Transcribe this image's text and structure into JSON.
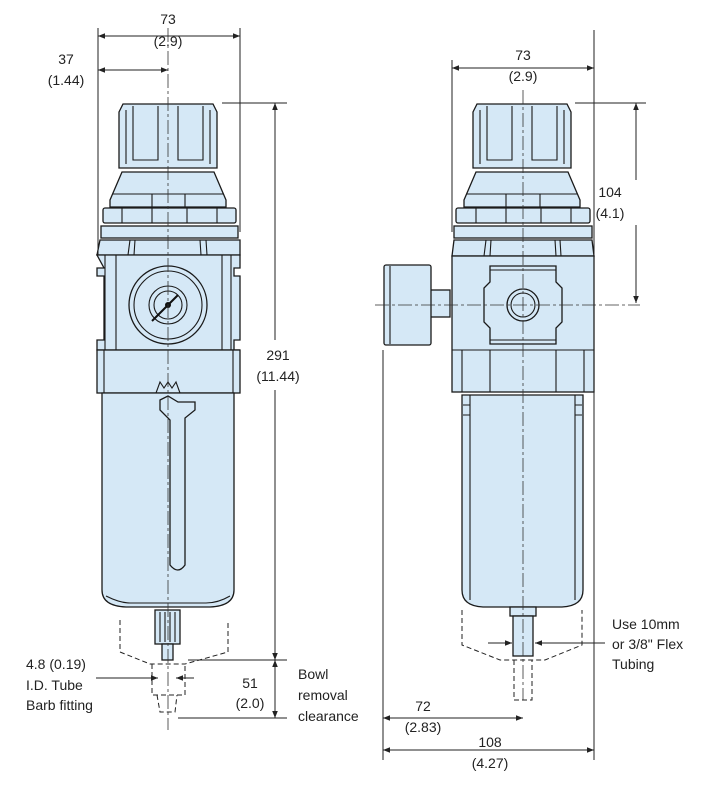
{
  "title": "Filter-regulator dimensions",
  "colors": {
    "body_fill": "#d5e8f6",
    "line": "#1a1a1a"
  },
  "front_view": {
    "width": {
      "mm": "73",
      "in": "(2.9)"
    },
    "offset": {
      "mm": "37",
      "in": "(1.44)"
    },
    "height": {
      "mm": "291",
      "in": "(11.44)"
    },
    "clearance": {
      "mm": "51",
      "in": "(2.0)"
    },
    "clearance_label": [
      "Bowl",
      "removal",
      "clearance"
    ],
    "barb_label": [
      "4.8 (0.19)",
      "I.D. Tube",
      "Barb fitting"
    ]
  },
  "side_view": {
    "width": {
      "mm": "73",
      "in": "(2.9)"
    },
    "knob_height": {
      "mm": "104",
      "in": "(4.1)"
    },
    "gauge_offset": {
      "mm": "72",
      "in": "(2.83)"
    },
    "overall_depth": {
      "mm": "108",
      "in": "(4.27)"
    },
    "tubing_label": [
      "Use 10mm",
      "or 3/8\" Flex",
      "Tubing"
    ]
  }
}
